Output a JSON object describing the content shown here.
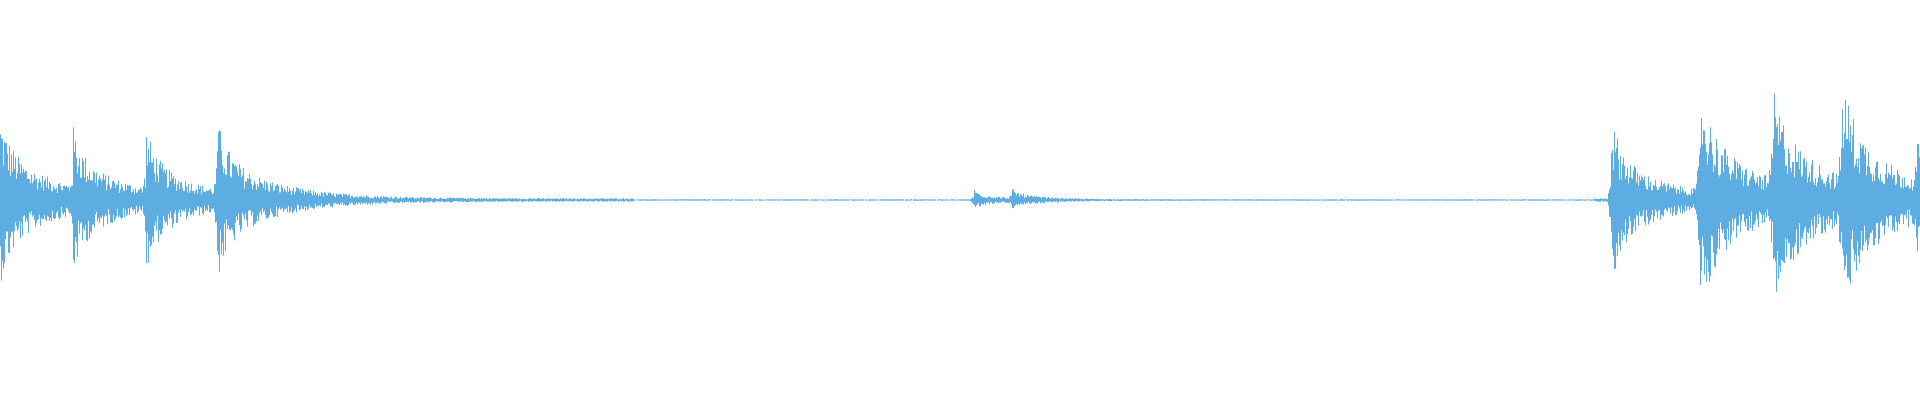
{
  "waveform": {
    "color": "#5dade2",
    "background": "#ffffff",
    "amplitude_scale": 1.0,
    "duration_fraction_range": [
      0,
      1
    ],
    "events": [
      {
        "position": 0.0,
        "peak": 0.55,
        "decay": 0.035
      },
      {
        "position": 0.038,
        "peak": 0.39,
        "decay": 0.025
      },
      {
        "position": 0.076,
        "peak": 0.4,
        "decay": 0.025
      },
      {
        "position": 0.113,
        "peak": 0.46,
        "decay": 0.03
      },
      {
        "position": 0.507,
        "peak": 0.07,
        "decay": 0.018
      },
      {
        "position": 0.527,
        "peak": 0.06,
        "decay": 0.018
      },
      {
        "position": 0.839,
        "peak": 0.55,
        "decay": 0.03
      },
      {
        "position": 0.885,
        "peak": 0.72,
        "decay": 0.035
      },
      {
        "position": 0.923,
        "peak": 0.62,
        "decay": 0.035
      },
      {
        "position": 0.959,
        "peak": 0.7,
        "decay": 0.03
      },
      {
        "position": 0.998,
        "peak": 0.25,
        "decay": 0.02
      }
    ],
    "noise_floor": 0.012,
    "quiet_region": [
      0.33,
      0.83
    ]
  }
}
